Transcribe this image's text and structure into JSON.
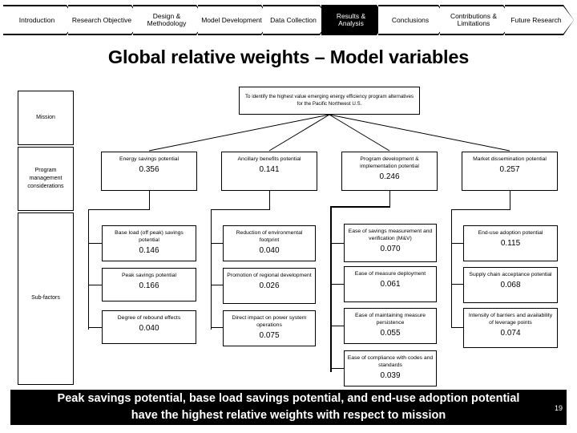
{
  "nav": {
    "items": [
      {
        "label": "Introduction",
        "active": false
      },
      {
        "label": "Research Objective",
        "active": false
      },
      {
        "label": "Design & Methodology",
        "active": false
      },
      {
        "label": "Model Development",
        "active": false
      },
      {
        "label": "Data Collection",
        "active": false
      },
      {
        "label": "Results & Analysis",
        "active": true
      },
      {
        "label": "Conclusions",
        "active": false
      },
      {
        "label": "Contributions & Limitations",
        "active": false
      },
      {
        "label": "Future Research",
        "active": false
      }
    ],
    "active_label": "Results & Analysis",
    "active_bg": "#000000",
    "inactive_bg": "#ffffff"
  },
  "title": "Global relative weights – Model variables",
  "bands": [
    {
      "label": "Mission"
    },
    {
      "label": "Program management considerations"
    },
    {
      "label": "Sub-factors"
    }
  ],
  "mission": {
    "text": "To identify the highest value emerging energy efficiency program alternatives for the Pacific Northwest U.S."
  },
  "chart_data": {
    "type": "table",
    "title": "Global relative weights – Model variables",
    "levels": [
      "Mission",
      "Program management considerations",
      "Sub-factors"
    ],
    "root": "To identify the highest value emerging energy efficiency program alternatives for the Pacific Northwest U.S.",
    "categories": [
      "Energy savings potential",
      "Ancillary benefits potential",
      "Program development & implementation potential",
      "Market dissemination potential"
    ],
    "values": [
      0.356,
      0.141,
      0.246,
      0.257
    ],
    "series": [
      {
        "name": "Energy savings potential",
        "value": 0.356,
        "children": [
          {
            "name": "Base load (off peak) savings potential",
            "value": 0.146
          },
          {
            "name": "Peak savings potential",
            "value": 0.166
          },
          {
            "name": "Degree of rebound effects",
            "value": 0.04
          }
        ]
      },
      {
        "name": "Ancillary benefits potential",
        "value": 0.141,
        "children": [
          {
            "name": "Reduction of environmental footprint",
            "value": 0.04
          },
          {
            "name": "Promotion of regional development",
            "value": 0.026
          },
          {
            "name": "Direct impact on power system operations",
            "value": 0.075
          }
        ]
      },
      {
        "name": "Program development & implementation potential",
        "value": 0.246,
        "children": [
          {
            "name": "Ease of savings measurement and verification (M&V)",
            "value": 0.07
          },
          {
            "name": "Ease of measure deployment",
            "value": 0.061
          },
          {
            "name": "Ease of maintaining measure persistence",
            "value": 0.055
          },
          {
            "name": "Ease of compliance with codes and standards",
            "value": 0.039
          }
        ]
      },
      {
        "name": "Market dissemination potential",
        "value": 0.257,
        "children": [
          {
            "name": "End-use adoption potential",
            "value": 0.115
          },
          {
            "name": "Supply chain acceptance potential",
            "value": 0.068
          },
          {
            "name": "Intensity of barriers and availability of leverage points",
            "value": 0.074
          }
        ]
      }
    ],
    "xlabel": "",
    "ylabel": "Global relative weight",
    "ylim": [
      0,
      0.4
    ]
  },
  "col1": {
    "head_label": "Energy savings potential",
    "head_value": "0.356",
    "c0_label": "Base load (off peak) savings potential",
    "c0_value": "0.146",
    "c1_label": "Peak savings potential",
    "c1_value": "0.166",
    "c2_label": "Degree of rebound effects",
    "c2_value": "0.040"
  },
  "col2": {
    "head_label": "Ancillary benefits potential",
    "head_value": "0.141",
    "c0_label": "Reduction of environmental footprint",
    "c0_value": "0.040",
    "c1_label": "Promotion of regional development",
    "c1_value": "0.026",
    "c2_label": "Direct impact on power system operations",
    "c2_value": "0.075"
  },
  "col3": {
    "head_label": "Program development & implementation potential",
    "head_value": "0.246",
    "c0_label": "Ease of savings measurement and verification (M&V)",
    "c0_value": "0.070",
    "c1_label": "Ease of measure deployment",
    "c1_value": "0.061",
    "c2_label": "Ease of maintaining measure persistence",
    "c2_value": "0.055",
    "c3_label": "Ease of compliance with codes and standards",
    "c3_value": "0.039"
  },
  "col4": {
    "head_label": "Market dissemination potential",
    "head_value": "0.257",
    "c0_label": "End-use adoption potential",
    "c0_value": "0.115",
    "c1_label": "Supply chain acceptance potential",
    "c1_value": "0.068",
    "c2_label": "Intensity of barriers and availability of leverage points",
    "c2_value": "0.074"
  },
  "banner": {
    "line1": "Peak savings potential, base load savings potential, and end-use adoption potential",
    "line2": "have the highest relative weights with respect to mission",
    "bg": "#000000",
    "fg": "#ffffff"
  },
  "page_number": "19"
}
